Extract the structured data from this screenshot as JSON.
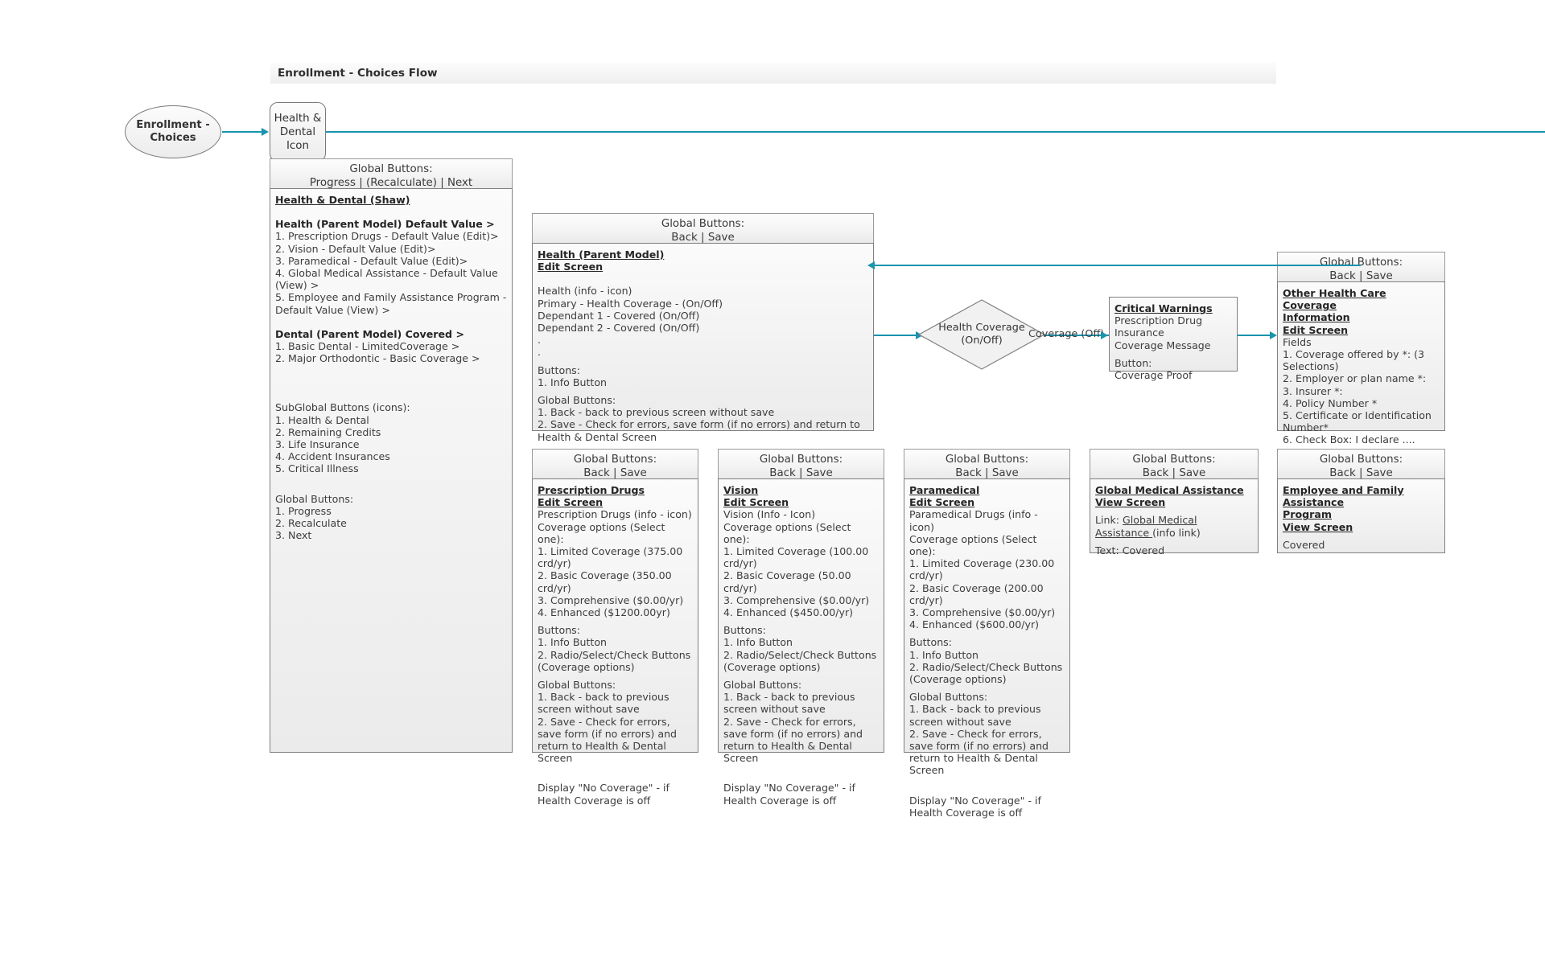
{
  "page": {
    "title": "Enrollment - Choices Flow"
  },
  "start_node": {
    "label": "Enrollment -\nChoices"
  },
  "icon_node": {
    "label": "Health &\nDental\nIcon"
  },
  "health_dental_panel": {
    "global_buttons_title": "Global Buttons:",
    "global_buttons_row": "Progress     |     (Recalculate)     |     Next",
    "heading": "Health & Dental (Shaw)",
    "section1_title": "Health (Parent Model)  Default Value >",
    "section1_items": [
      "1. Prescription Drugs - Default Value (Edit)>",
      "2. Vision - Default Value (Edit)>",
      "3. Paramedical - Default Value (Edit)>",
      "4. Global Medical Assistance - Default Value (View) >",
      "5. Employee and Family Assistance Program -  Default Value (View) >"
    ],
    "section2_title": "Dental (Parent Model) Covered >",
    "section2_items": [
      "1. Basic Dental - LimitedCoverage > ",
      "2. Major Orthodontic - Basic Coverage >"
    ],
    "subglobal_title": "SubGlobal Buttons (icons):",
    "subglobal_items": [
      "1. Health & Dental",
      "2. Remaining Credits",
      "3. Life Insurance",
      "4. Accident Insurances",
      "5. Critical Illness"
    ],
    "global_title": "Global Buttons:",
    "global_items": [
      "1. Progress",
      "2. Recalculate",
      "3. Next"
    ]
  },
  "health_parent_panel": {
    "global_buttons_title": "Global Buttons:",
    "global_buttons_row": "Back     |     Save",
    "heading_line1": "Health (Parent Model)",
    "heading_line2": "Edit Screen",
    "fields": [
      "Health (info - icon)",
      "Primary - Health Coverage - (On/Off)",
      "Dependant 1 - Covered (On/Off)",
      "Dependant 2 - Covered (On/Off)",
      ".",
      "."
    ],
    "buttons_title": "Buttons:",
    "buttons_items": [
      "1. Info Button"
    ],
    "global_title": "Global Buttons:",
    "global_items": [
      "1. Back - back to previous screen without save",
      "2. Save - Check for errors, save form (if no errors) and return to Health & Dental Screen"
    ]
  },
  "decision": {
    "label": "Health Coverage\n(On/Off)",
    "edge_label": "Coverage (Off)"
  },
  "critical_warnings": {
    "heading": "Critical Warnings",
    "lines": [
      "Prescription Drug Insurance",
      "Coverage Message"
    ],
    "button_title": "Button:",
    "button_label": "Coverage Proof"
  },
  "other_coverage_panel": {
    "global_buttons_title": "Global Buttons:",
    "global_buttons_row": "Back     |     Save",
    "heading_line1": "Other Health Care Coverage",
    "heading_line2": "Information",
    "heading_line3": "Edit Screen",
    "fields_label": "Fields",
    "fields": [
      "1. Coverage offered by *: (3 Selections)",
      "2. Employer or plan name *:",
      "3. Insurer *:",
      "4. Policy Number *",
      "5. Certificate or Identification Number*",
      "6. Check Box: I declare ...."
    ]
  },
  "detail_panels": [
    {
      "name": "prescription-drugs",
      "global_buttons_title": "Global Buttons:",
      "global_buttons_row": "Back     |     Save",
      "heading_line1": "Prescription Drugs",
      "heading_line2": "Edit Screen",
      "info_line": "Prescription Drugs (info - icon)",
      "options_label": "Coverage options (Select one):",
      "options": [
        "1. Limited Coverage (375.00 crd/yr)",
        "2. Basic Coverage (350.00 crd/yr)",
        "3. Comprehensive ($0.00/yr)",
        "4. Enhanced ($1200.00yr)"
      ],
      "buttons_title": "Buttons:",
      "buttons_items": [
        "1. Info Button",
        "2. Radio/Select/Check Buttons (Coverage options)"
      ],
      "global_title": "Global Buttons:",
      "global_items": [
        "1. Back - back to previous screen without save",
        "2. Save - Check for errors, save form (if no errors) and return to Health & Dental Screen"
      ],
      "footer": "Display \"No Coverage\" - if Health Coverage is off"
    },
    {
      "name": "vision",
      "global_buttons_title": "Global Buttons:",
      "global_buttons_row": "Back     |     Save",
      "heading_line1": "Vision",
      "heading_line2": "Edit Screen",
      "info_line": "Vision (Info - Icon)",
      "options_label": "Coverage options (Select one):",
      "options": [
        "1. Limited Coverage (100.00 crd/yr)",
        "2. Basic Coverage (50.00 crd/yr)",
        "3. Comprehensive ($0.00/yr)",
        "4. Enhanced ($450.00/yr)"
      ],
      "buttons_title": "Buttons:",
      "buttons_items": [
        "1. Info Button",
        "2. Radio/Select/Check Buttons (Coverage options)"
      ],
      "global_title": "Global Buttons:",
      "global_items": [
        "1. Back - back to previous screen without save",
        "2. Save - Check for errors, save form (if no errors) and return to Health & Dental Screen"
      ],
      "footer": "Display \"No Coverage\" - if Health Coverage is off"
    },
    {
      "name": "paramedical",
      "global_buttons_title": "Global Buttons:",
      "global_buttons_row": "Back     |     Save",
      "heading_line1": "Paramedical",
      "heading_line2": "Edit Screen",
      "info_line": "Paramedical Drugs (info - icon)",
      "options_label": "Coverage options (Select one):",
      "options": [
        "1. Limited Coverage (230.00 crd/yr)",
        "2. Basic Coverage (200.00 crd/yr)",
        "3. Comprehensive ($0.00/yr)",
        "4. Enhanced ($600.00/yr)"
      ],
      "buttons_title": "Buttons:",
      "buttons_items": [
        "1. Info Button",
        "2. Radio/Select/Check Buttons (Coverage options)"
      ],
      "global_title": "Global Buttons:",
      "global_items": [
        "1. Back - back to previous screen without save",
        "2. Save - Check for errors, save form (if no errors) and return to Health & Dental Screen"
      ],
      "footer": "Display \"No Coverage\" - if Health Coverage is off"
    }
  ],
  "gma_panel": {
    "global_buttons_title": "Global Buttons:",
    "global_buttons_row": "Back     |     Save",
    "heading_line1": "Global Medical Assistance",
    "heading_line2": "View Screen",
    "link_prefix": "Link: ",
    "link_text": "Global Medical Assistance ",
    "link_suffix": "(info link)",
    "text_line": "Text: Covered"
  },
  "efap_panel": {
    "global_buttons_title": "Global Buttons:",
    "global_buttons_row": "Back     |     Save",
    "heading_line1": "Employee and Family Assistance",
    "heading_line2": "Program",
    "heading_line3": "View Screen",
    "text_line": "Covered"
  },
  "colors": {
    "connector": "#1a93ad",
    "panel_border": "#808080",
    "text": "#3d3d3d"
  }
}
